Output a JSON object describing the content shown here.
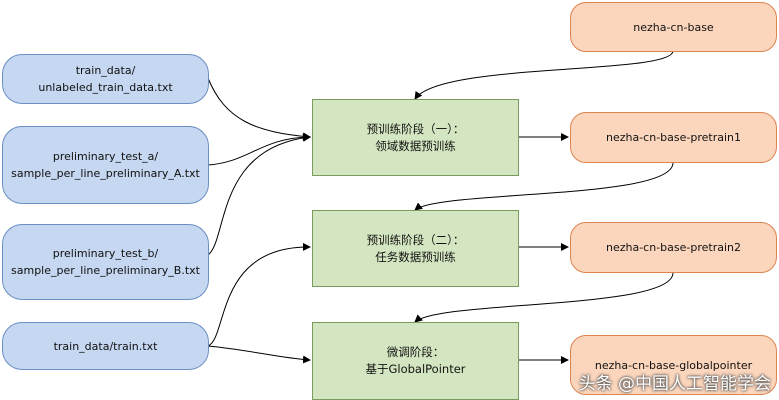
{
  "inputs": {
    "unlabeled": {
      "line1": "train_data/",
      "line2": "unlabeled_train_data.txt"
    },
    "test_a": {
      "line1": "preliminary_test_a/",
      "line2": "sample_per_line_preliminary_A.txt"
    },
    "test_b": {
      "line1": "preliminary_test_b/",
      "line2": "sample_per_line_preliminary_B.txt"
    },
    "train": {
      "line1": "train_data/train.txt"
    }
  },
  "stages": {
    "stage1": {
      "line1": "预训练阶段（一）：",
      "line2": "领域数据预训练"
    },
    "stage2": {
      "line1": "预训练阶段（二）：",
      "line2": "任务数据预训练"
    },
    "stage3": {
      "line1": "微调阶段：",
      "line2": "基于GlobalPointer"
    }
  },
  "models": {
    "base": "nezha-cn-base",
    "pretrain1": "nezha-cn-base-pretrain1",
    "pretrain2": "nezha-cn-base-pretrain2",
    "globalpointer": "nezha-cn-base-globalpointer"
  },
  "watermark": "头条 @中国人工智能学会",
  "colors": {
    "input_fill": "#c5d7f1",
    "stage_fill": "#d4e6c1",
    "model_fill": "#fbd6bd",
    "edge": "#000000"
  }
}
